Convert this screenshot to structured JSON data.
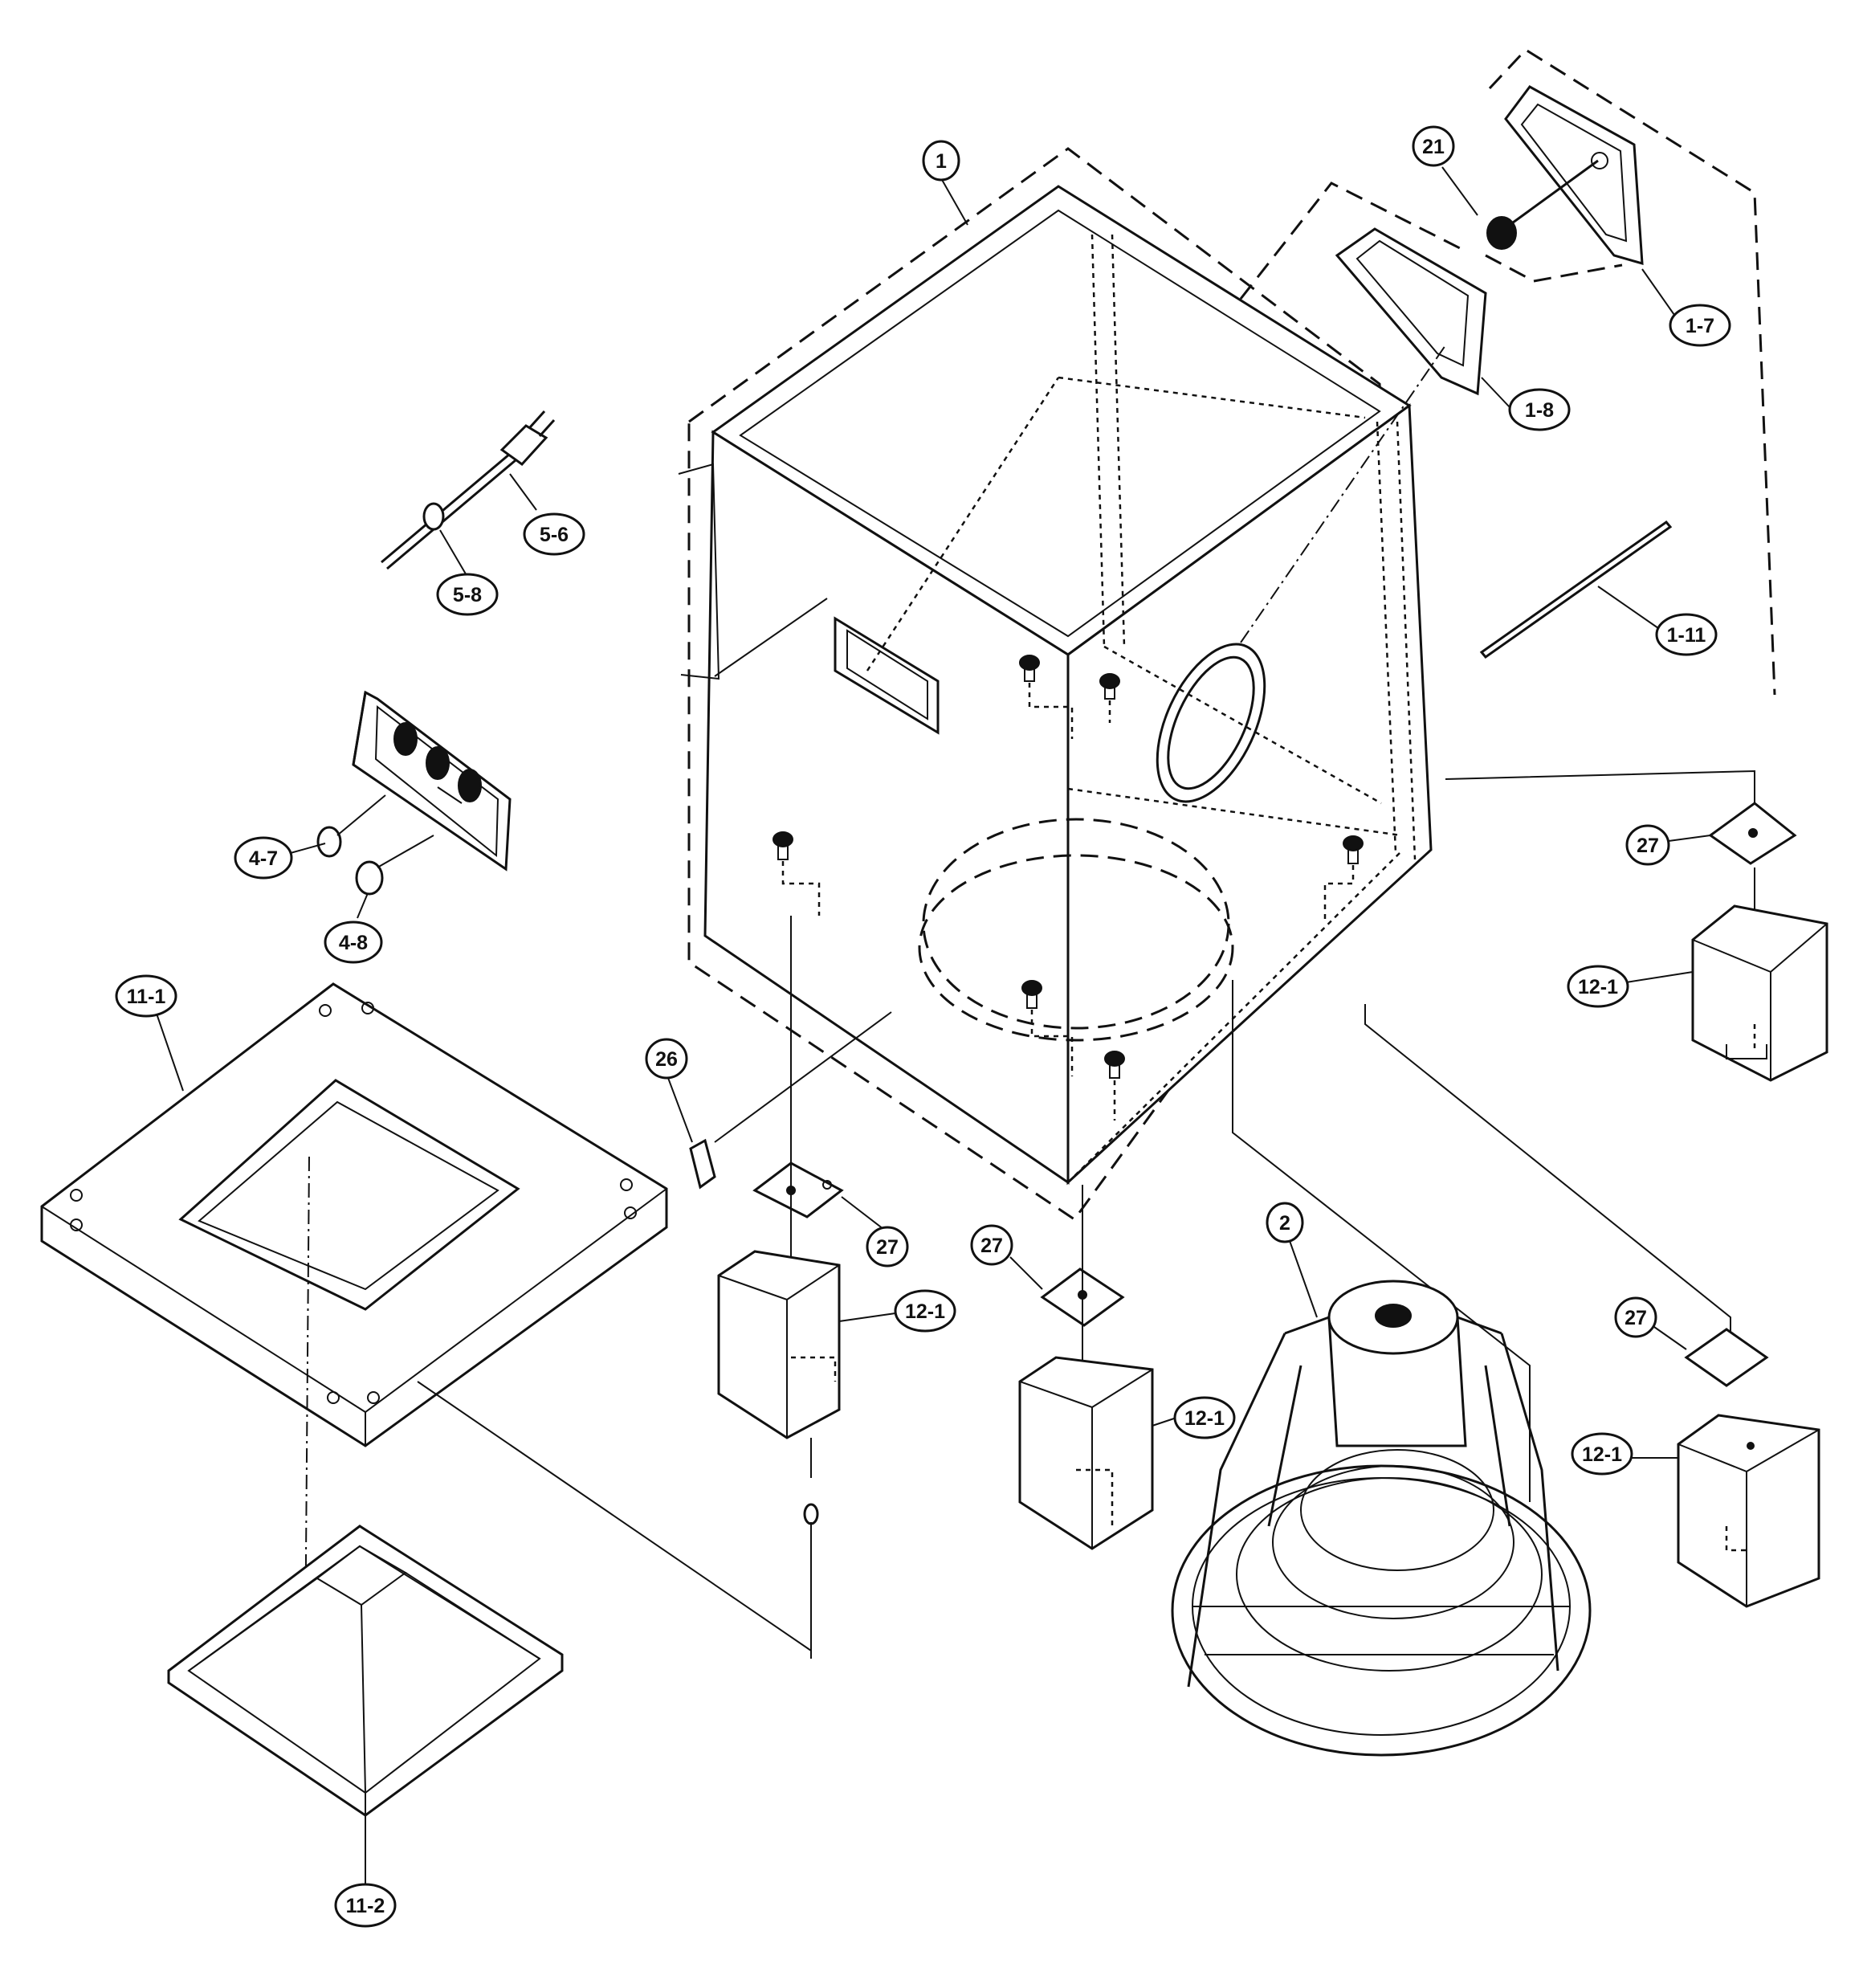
{
  "callouts": [
    {
      "id": "c1",
      "label": "1"
    },
    {
      "id": "c21",
      "label": "21"
    },
    {
      "id": "c1-7",
      "label": "1-7"
    },
    {
      "id": "c1-8",
      "label": "1-8"
    },
    {
      "id": "c5-6",
      "label": "5-6"
    },
    {
      "id": "c5-8",
      "label": "5-8"
    },
    {
      "id": "c1-11",
      "label": "1-11"
    },
    {
      "id": "c4-7",
      "label": "4-7"
    },
    {
      "id": "c4-8",
      "label": "4-8"
    },
    {
      "id": "c11-1",
      "label": "11-1"
    },
    {
      "id": "c27a",
      "label": "27"
    },
    {
      "id": "c12-1a",
      "label": "12-1"
    },
    {
      "id": "c26",
      "label": "26"
    },
    {
      "id": "c27b",
      "label": "27"
    },
    {
      "id": "c12-1b",
      "label": "12-1"
    },
    {
      "id": "c27c",
      "label": "27"
    },
    {
      "id": "c2",
      "label": "2"
    },
    {
      "id": "c12-1c",
      "label": "12-1"
    },
    {
      "id": "c27d",
      "label": "27"
    },
    {
      "id": "c12-1d",
      "label": "12-1"
    },
    {
      "id": "c11-2",
      "label": "11-2"
    }
  ]
}
